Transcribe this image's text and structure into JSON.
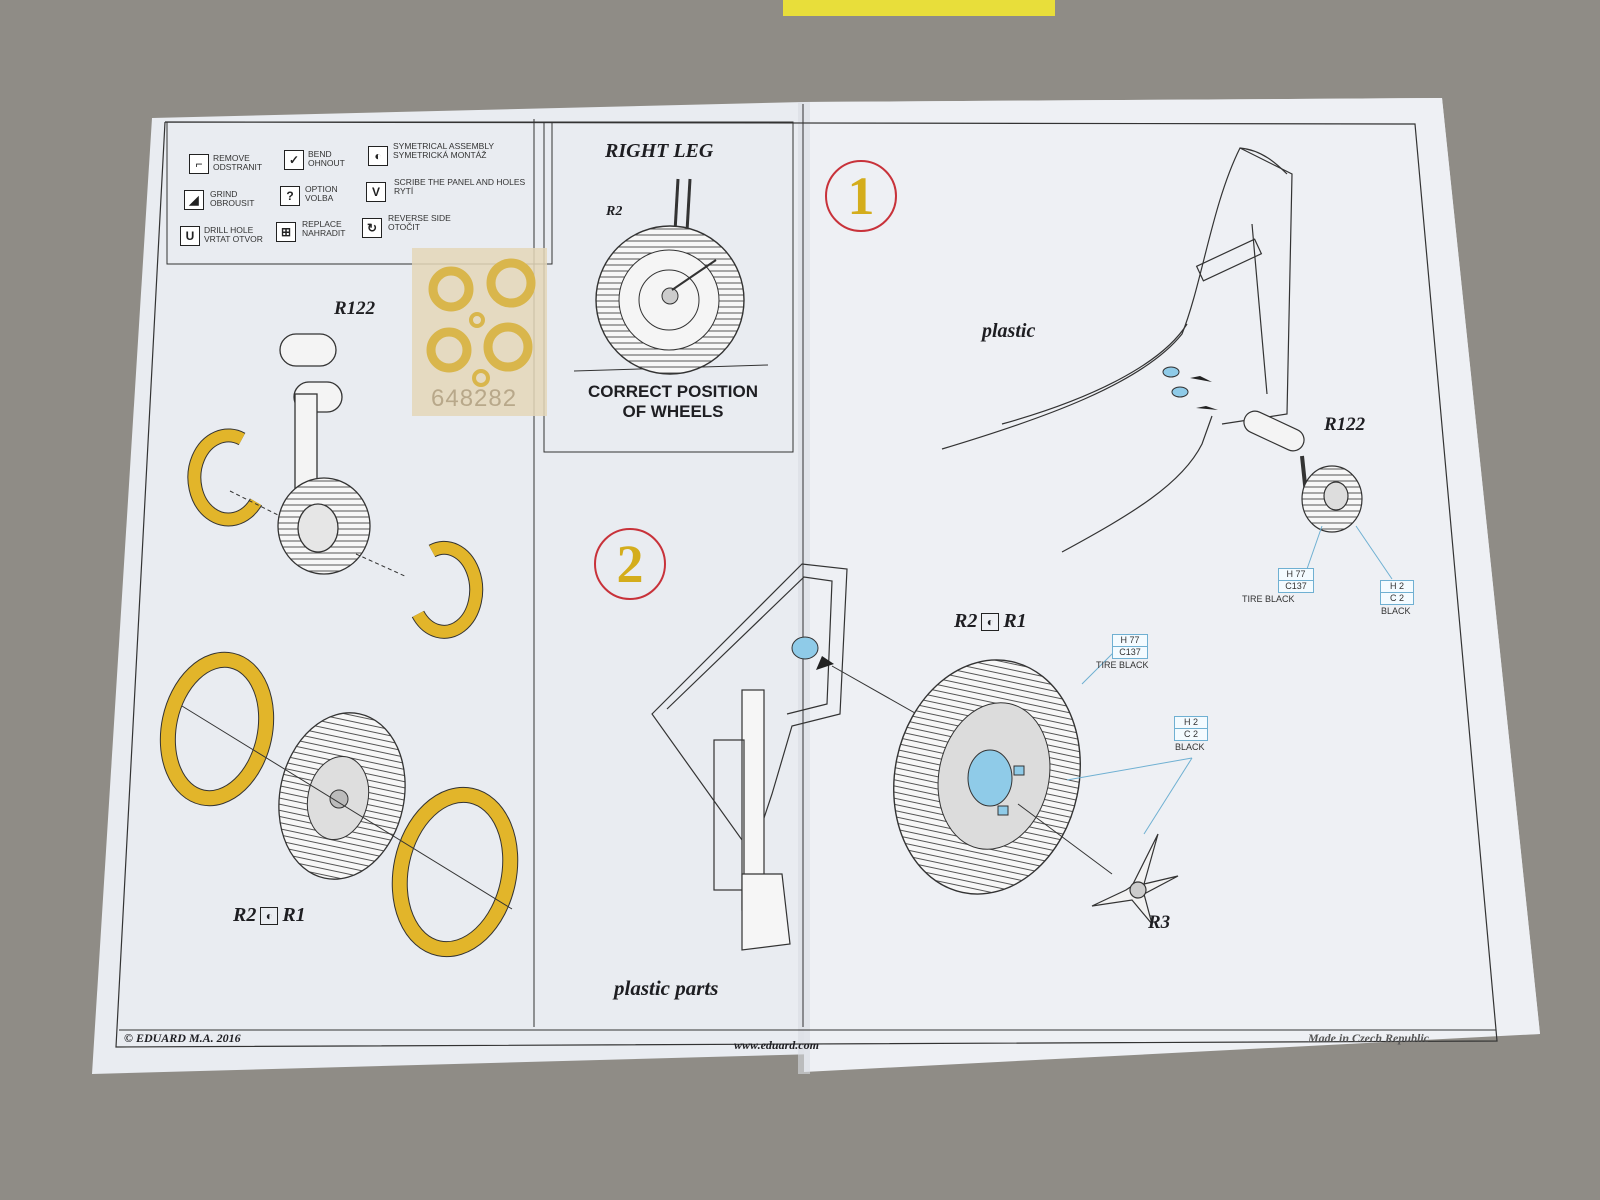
{
  "legend": {
    "remove": "REMOVE\nODSTRANIT",
    "bend": "BEND\nOHNOUT",
    "symmetrical": "SYMETRICAL ASSEMBLY\nSYMETRICKÁ MONTÁŽ",
    "grind": "GRIND\nOBROUSIT",
    "option": "OPTION\nVOLBA",
    "scribe": "SCRIBE THE PANEL AND HOLES\nRYTÍ",
    "drill": "DRILL HOLE\nVRTAT OTVOR",
    "replace": "REPLACE\nNAHRADIT",
    "reverse": "REVERSE SIDE\nOTOČIT"
  },
  "left_page": {
    "r122_label": "R122",
    "part_number": "648282",
    "r2": "R2",
    "r1": "R1"
  },
  "inset": {
    "title": "RIGHT  LEG",
    "r2_label": "R2",
    "caption_1": "CORRECT POSITION",
    "caption_2": "OF WHEELS"
  },
  "step1": {
    "number": "1",
    "plastic": "plastic",
    "r122_label": "R122",
    "paint_a": {
      "h": "H 77",
      "c": "C137",
      "name": "TIRE BLACK"
    },
    "paint_b": {
      "h": "H 2",
      "c": "C 2",
      "name": "BLACK"
    }
  },
  "step2": {
    "number": "2",
    "r2": "R2",
    "r1": "R1",
    "r3_label": "R3",
    "plastic_parts": "plastic parts",
    "paint_a": {
      "h": "H 77",
      "c": "C137",
      "name": "TIRE BLACK"
    },
    "paint_b": {
      "h": "H 2",
      "c": "C 2",
      "name": "BLACK"
    }
  },
  "footer": {
    "copyright": "© EDUARD  M.A. 2016",
    "website": "www.eduard.com",
    "made_in": "Made in Czech Republic"
  },
  "colors": {
    "photo_etch_gold": "#e2b52a",
    "accent_blue": "#8fcbe8",
    "step_circle": "#c8323a"
  }
}
